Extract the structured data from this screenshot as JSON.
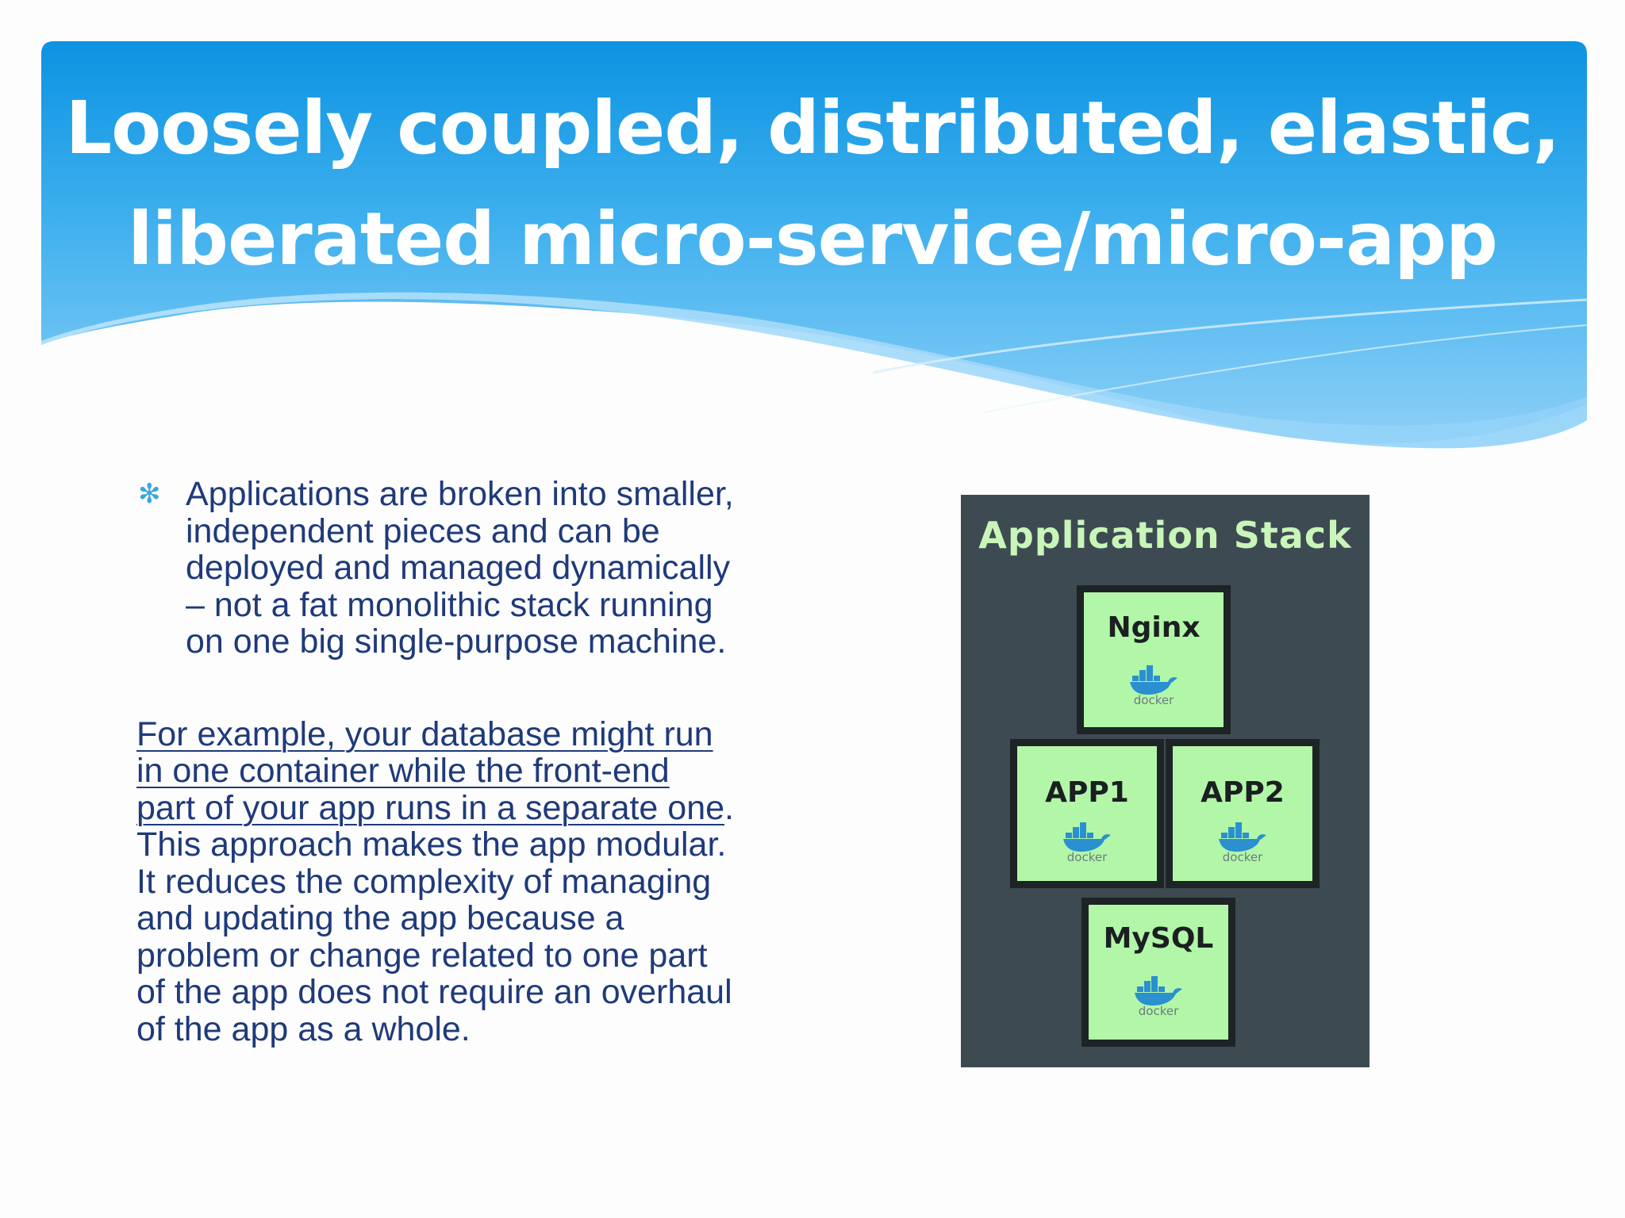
{
  "slide": {
    "title_lines": [
      "Loosely coupled, distributed, elastic,",
      "liberated micro-service/micro-app"
    ],
    "bullet": {
      "icon": "asterisk-bullet",
      "lines": [
        "Applications are broken into smaller,",
        "independent pieces and can be",
        "deployed and managed dynamically",
        "– not a fat monolithic stack running",
        "on one big single-purpose machine."
      ]
    },
    "paragraph": {
      "link_lines": [
        "For example, your database might run",
        "in one container while the front-end",
        "part of your app runs in a separate one"
      ],
      "link_trailing": ".",
      "lines": [
        "This approach makes the app modular.",
        "It reduces the complexity of managing",
        "and updating the app because a",
        "problem or change related to one part",
        "of the app does not require an overhaul",
        "of the app as a whole."
      ]
    },
    "diagram": {
      "title": "Application Stack",
      "boxes": [
        {
          "label": "Nginx",
          "logo_text": "docker"
        },
        {
          "label": "APP1",
          "logo_text": "docker"
        },
        {
          "label": "APP2",
          "logo_text": "docker"
        },
        {
          "label": "MySQL",
          "logo_text": "docker"
        }
      ]
    },
    "colors": {
      "header_blue": "#1a9be6",
      "text_navy": "#1f3a7a",
      "box_green": "#b2f7a8",
      "panel_dark": "#3d4a52"
    }
  }
}
